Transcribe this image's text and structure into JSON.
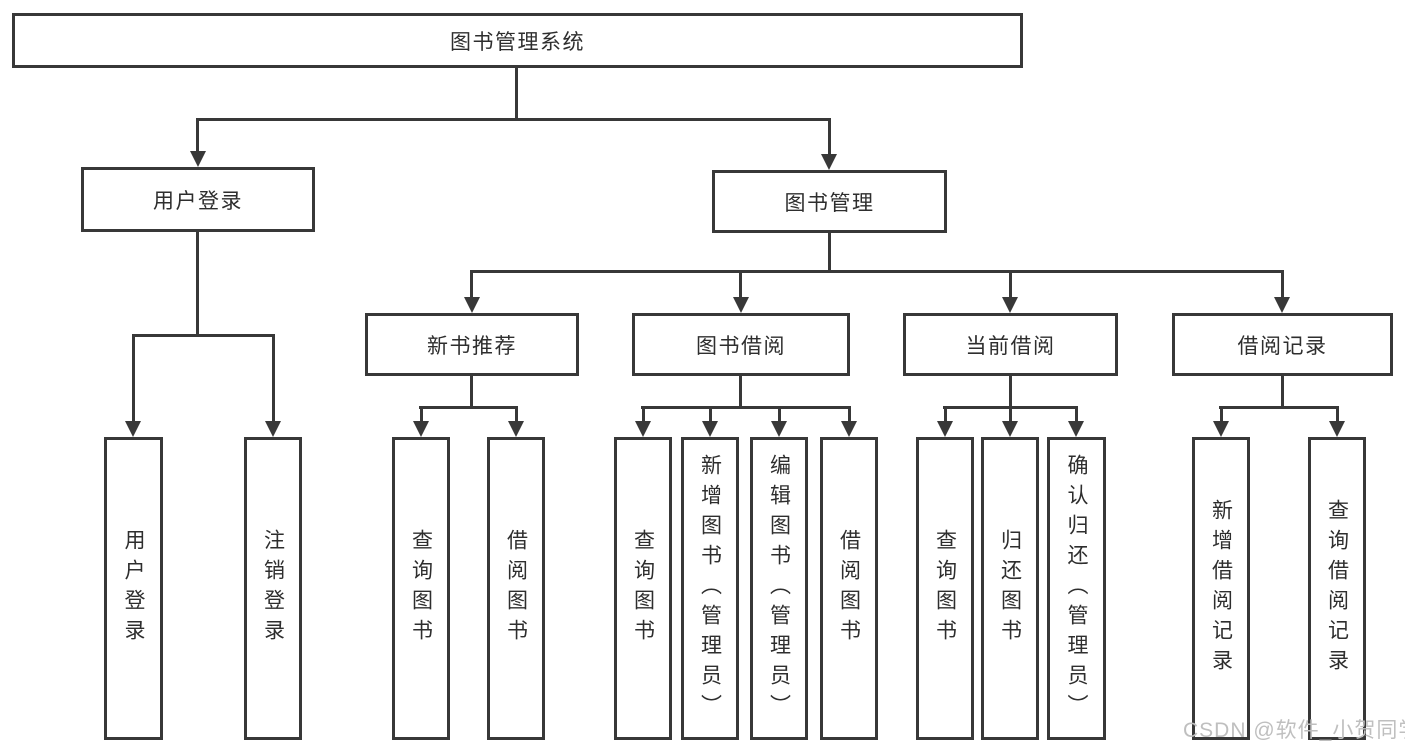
{
  "title": {
    "label": "图书管理系统"
  },
  "tree": {
    "branches": [
      {
        "label": "用户登录",
        "children": [
          {
            "label": "用户登录"
          },
          {
            "label": "注销登录"
          }
        ]
      },
      {
        "label": "图书管理",
        "children": [
          {
            "label": "新书推荐",
            "children": [
              {
                "label": "查询图书"
              },
              {
                "label": "借阅图书"
              }
            ]
          },
          {
            "label": "图书借阅",
            "children": [
              {
                "label": "查询图书"
              },
              {
                "label": "新增图书（管理员）"
              },
              {
                "label": "编辑图书（管理员）"
              },
              {
                "label": "借阅图书"
              }
            ]
          },
          {
            "label": "当前借阅",
            "children": [
              {
                "label": "查询图书"
              },
              {
                "label": "归还图书"
              },
              {
                "label": "确认归还（管理员）"
              }
            ]
          },
          {
            "label": "借阅记录",
            "children": [
              {
                "label": "新增借阅记录"
              },
              {
                "label": "查询借阅记录"
              }
            ]
          }
        ]
      }
    ]
  },
  "watermark": {
    "text": "CSDN @软件_小贺同学"
  },
  "colors": {
    "line": "#383838",
    "text": "#2e2e2e",
    "watermark": "#bfbfbf",
    "background": "#ffffff"
  }
}
